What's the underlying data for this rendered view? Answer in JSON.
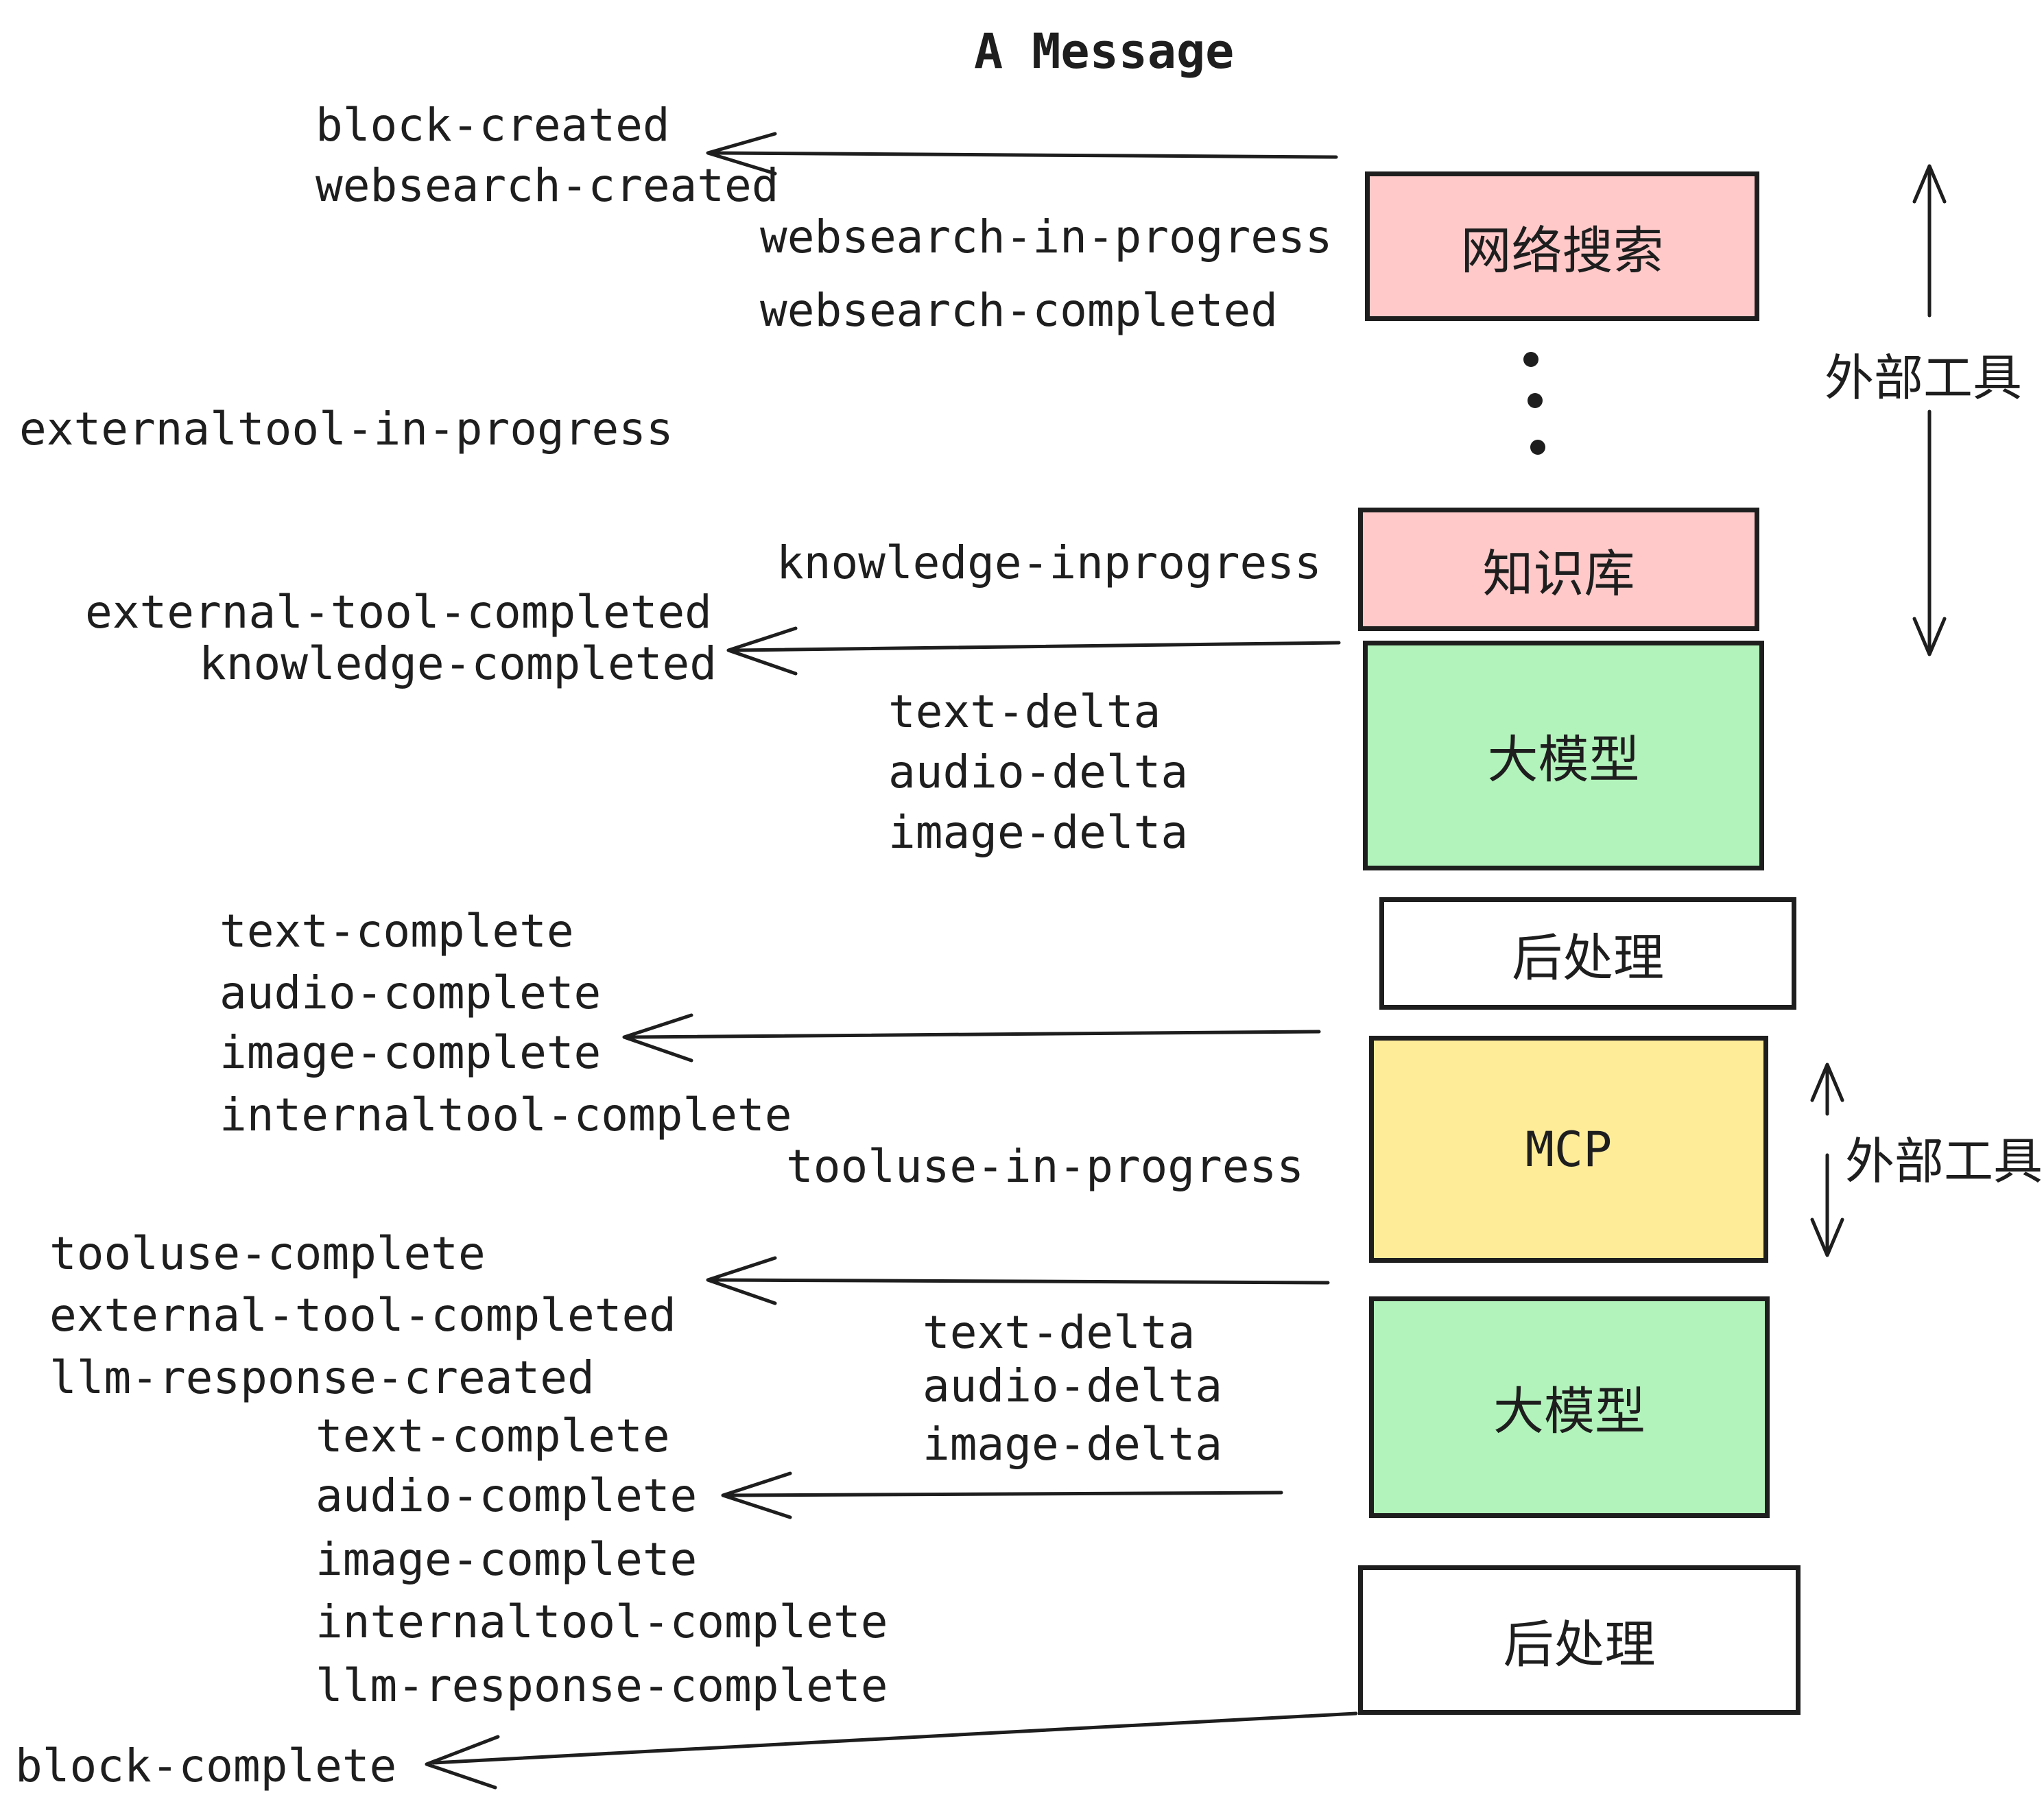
{
  "title": "A Message",
  "colors": {
    "pink": "#ffc9c9",
    "green": "#b2f2bb",
    "yellow": "#ffec99",
    "white": "#ffffff",
    "ink": "#1e1e1e"
  },
  "boxes": {
    "websearch": "网络搜索",
    "knowledge": "知识库",
    "llm_top": "大模型",
    "post_top": "后处理",
    "mcp": "MCP",
    "llm_bottom": "大模型",
    "post_bottom": "后处理"
  },
  "side_labels": {
    "external_tools_top": "外部工具",
    "external_tools_bottom": "外部工具"
  },
  "events": {
    "block_created": "block-created",
    "websearch_created": "websearch-created",
    "websearch_in_progress": "websearch-in-progress",
    "websearch_completed": "websearch-completed",
    "externaltool_in_progress": "externaltool-in-progress",
    "knowledge_inprogress": "knowledge-inprogress",
    "external_tool_completed_1": "external-tool-completed",
    "knowledge_completed": "knowledge-completed",
    "text_delta_1": "text-delta",
    "audio_delta_1": "audio-delta",
    "image_delta_1": "image-delta",
    "text_complete_1": "text-complete",
    "audio_complete_1": "audio-complete",
    "image_complete_1": "image-complete",
    "internaltool_complete_1": "internaltool-complete",
    "tooluse_in_progress": "tooluse-in-progress",
    "tooluse_complete": "tooluse-complete",
    "external_tool_completed_2": "external-tool-completed",
    "llm_response_created": "llm-response-created",
    "text_complete_2": "text-complete",
    "audio_complete_2": "audio-complete",
    "image_complete_2": "image-complete",
    "internaltool_complete_2": "internaltool-complete",
    "llm_response_complete": "llm-response-complete",
    "block_complete": "block-complete",
    "text_delta_2": "text-delta",
    "audio_delta_2": "audio-delta",
    "image_delta_2": "image-delta"
  }
}
